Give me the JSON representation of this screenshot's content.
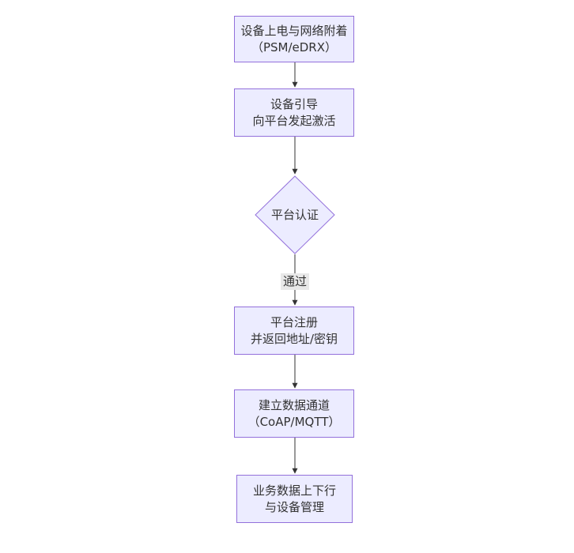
{
  "diagram": {
    "type": "flowchart-vertical",
    "colors": {
      "node_fill": "#ECECFF",
      "node_border": "#9370DB",
      "text_color": "#333333",
      "edge_color": "#333333",
      "edge_label_bg": "#e8e8e8",
      "canvas_bg": "#ffffff"
    },
    "nodes": [
      {
        "id": "A",
        "shape": "rect",
        "lines": [
          "设备上电与网络附着",
          "（PSM/eDRX）"
        ]
      },
      {
        "id": "B",
        "shape": "rect",
        "lines": [
          "设备引导",
          "向平台发起激活"
        ]
      },
      {
        "id": "C",
        "shape": "diamond",
        "lines": [
          "平台认证"
        ]
      },
      {
        "id": "D",
        "shape": "rect",
        "lines": [
          "平台注册",
          "并返回地址/密钥"
        ]
      },
      {
        "id": "E",
        "shape": "rect",
        "lines": [
          "建立数据通道",
          "（CoAP/MQTT）"
        ]
      },
      {
        "id": "F",
        "shape": "rect",
        "lines": [
          "业务数据上下行",
          "与设备管理"
        ]
      }
    ],
    "edges": [
      {
        "from": "A",
        "to": "B",
        "label": ""
      },
      {
        "from": "B",
        "to": "C",
        "label": ""
      },
      {
        "from": "C",
        "to": "D",
        "label": "通过"
      },
      {
        "from": "D",
        "to": "E",
        "label": ""
      },
      {
        "from": "E",
        "to": "F",
        "label": ""
      }
    ]
  }
}
